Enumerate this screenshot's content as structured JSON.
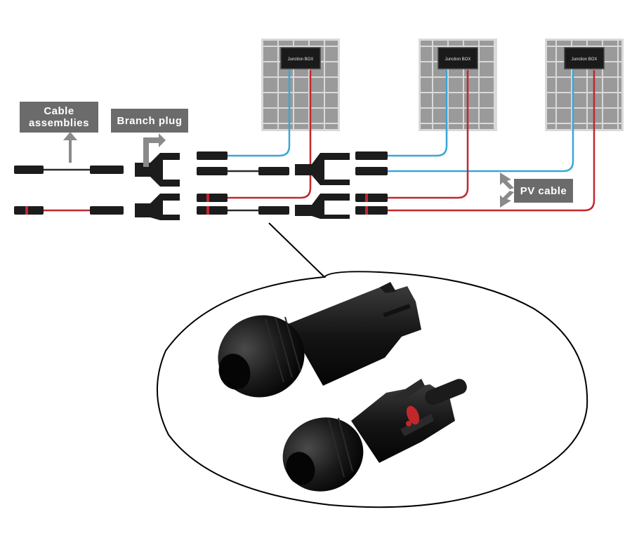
{
  "labels": {
    "cable_assemblies": "Cable\nassemblies",
    "branch_plug": "Branch plug",
    "pv_cable": "PV cable"
  },
  "panels": [
    {
      "junction_box_label": "Junction BOX"
    },
    {
      "junction_box_label": "Junction BOX"
    },
    {
      "junction_box_label": "Junction BOX"
    }
  ],
  "colors": {
    "positive_wire": "#c0282d",
    "negative_wire": "#3aa6d8",
    "black_cable": "#2b2b2b",
    "panel_cell": "#9a9a9a",
    "panel_frame": "#d9d9d9",
    "label_bg": "#6b6b6b"
  }
}
